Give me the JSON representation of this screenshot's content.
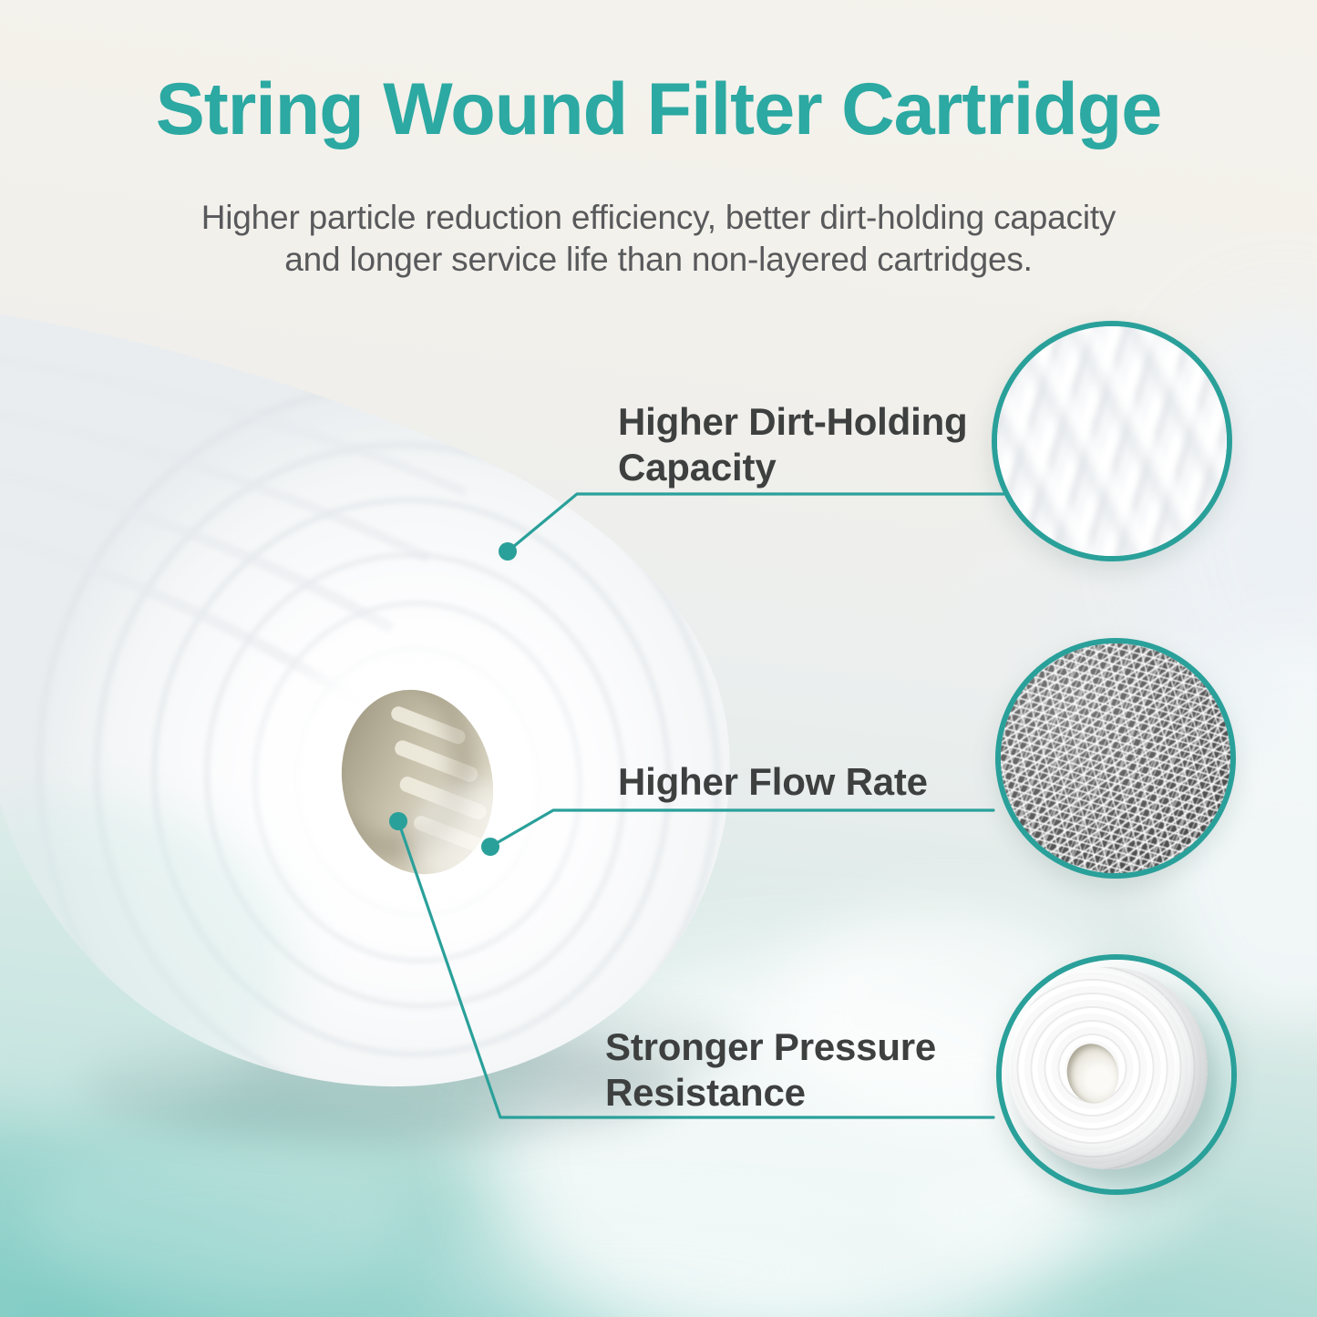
{
  "header": {
    "title": "String Wound Filter Cartridge",
    "subtitle_line1": "Higher particle reduction efficiency, better dirt-holding capacity",
    "subtitle_line2": "and longer service life than non-layered cartridges."
  },
  "callouts": [
    {
      "label": "Higher Dirt-Holding Capacity",
      "detail_image": "string-winding-closeup"
    },
    {
      "label": "Higher Flow Rate",
      "detail_image": "fiber-mesh-closeup"
    },
    {
      "label": "Stronger Pressure Resistance",
      "detail_image": "cartridge-end-view"
    }
  ],
  "colors": {
    "accent_teal": "#2ba9a2",
    "line_teal": "#2aa09a",
    "label_text": "#3e4040",
    "subtitle_text": "#58595b",
    "background_top": "#f5f2ec",
    "background_bottom_left": "#94d2cc",
    "background_bottom_right": "#bfdfdd"
  }
}
